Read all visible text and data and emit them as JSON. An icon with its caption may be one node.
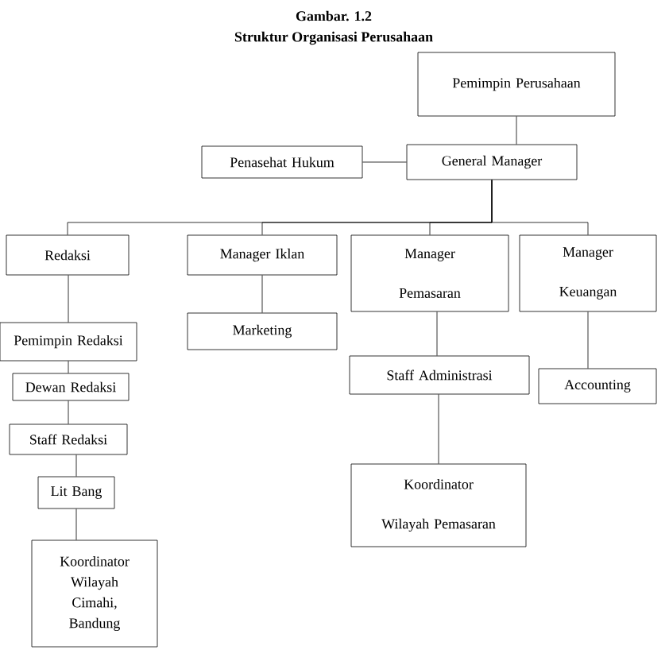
{
  "diagram": {
    "title": "Gambar. 1.2",
    "nodes": [
      {
        "text": [
          "Pemimpin Perusahaan"
        ]
      },
      {
        "text": [
          "Penasehat Hukum"
        ]
      },
      {
        "text": [
          "General Manager"
        ]
      },
      {
        "text": [
          "Redaksi"
        ]
      },
      {
        "text": [
          "Manager Iklan"
        ]
      },
      {
        "text": [
          "Manager Pemasaran"
        ]
      },
      {
        "text": [
          "Manager Keuangan"
        ]
      },
      {
        "text": [
          "Pemimpin Redaksi"
        ]
      },
      {
        "text": [
          "Marketing"
        ]
      },
      {
        "text": [
          "Staff Administrasi"
        ]
      },
      {
        "text": [
          "Accounting"
        ]
      },
      {
        "text": [
          "Dewan Redaksi"
        ]
      },
      {
        "text": [
          "Staff Redaksi"
        ]
      },
      {
        "text": [
          "Lit Bang"
        ]
      },
      {
        "text": [
          "Koordinator Wilayah Pemasaran"
        ]
      },
      {
        "text": [
          "Koordinator Wilayah Cimahi, Bandung"
        ]
      }
    ],
    "edges": [
      {
        "from": 0,
        "to": 2,
        "arrow": "none"
      },
      {
        "from": 1,
        "to": 2,
        "arrow": "none"
      },
      {
        "from": 2,
        "to": 3,
        "arrow": "none"
      },
      {
        "from": 2,
        "to": 4,
        "arrow": "none"
      },
      {
        "from": 2,
        "to": 5,
        "arrow": "none"
      },
      {
        "from": 2,
        "to": 6,
        "arrow": "none"
      },
      {
        "from": 3,
        "to": 7,
        "arrow": "none"
      },
      {
        "from": 4,
        "to": 8,
        "arrow": "none"
      },
      {
        "from": 5,
        "to": 9,
        "arrow": "none"
      },
      {
        "from": 6,
        "to": 10,
        "arrow": "none"
      },
      {
        "from": 7,
        "to": 11,
        "arrow": "none"
      },
      {
        "from": 11,
        "to": 12,
        "arrow": "none"
      },
      {
        "from": 12,
        "to": 13,
        "arrow": "none"
      },
      {
        "from": 9,
        "to": 14,
        "arrow": "none"
      },
      {
        "from": 13,
        "to": 15,
        "arrow": "none"
      }
    ],
    "labels": [
      "Struktur Organisasi Perusahaan"
    ]
  }
}
